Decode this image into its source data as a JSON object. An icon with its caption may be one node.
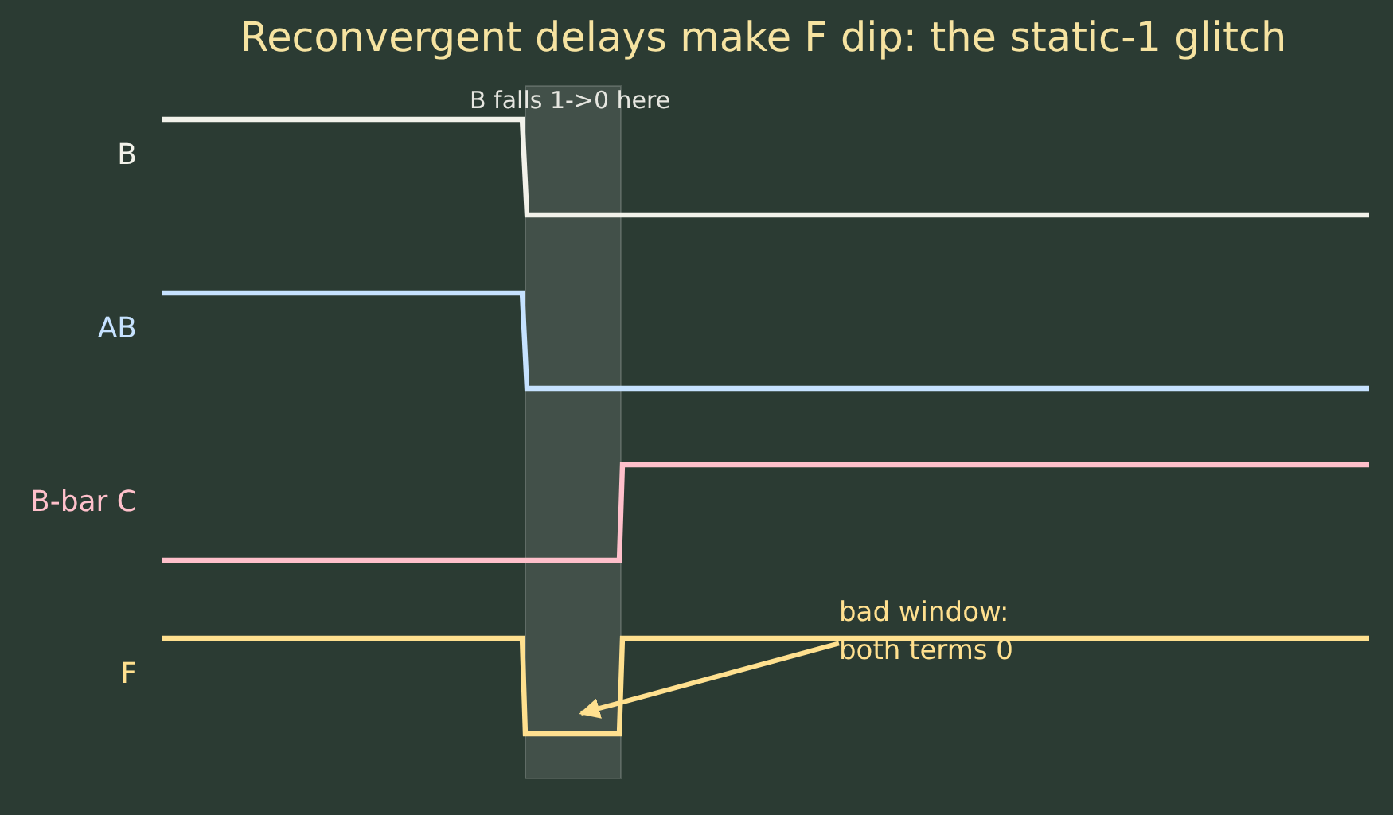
{
  "diagram": {
    "title": "Reconvergent delays make F dip: the static-1 glitch",
    "nodes": [
      {
        "text": [],
        "shape": "box"
      },
      {
        "text": [
          "bad window: both terms 0"
        ]
      }
    ],
    "edges": [
      {
        "from": 1,
        "to": 0,
        "arrow": "to"
      }
    ],
    "labels": [
      "B falls 1->0 here",
      "B",
      "AB",
      "B-bar C",
      "F"
    ]
  }
}
